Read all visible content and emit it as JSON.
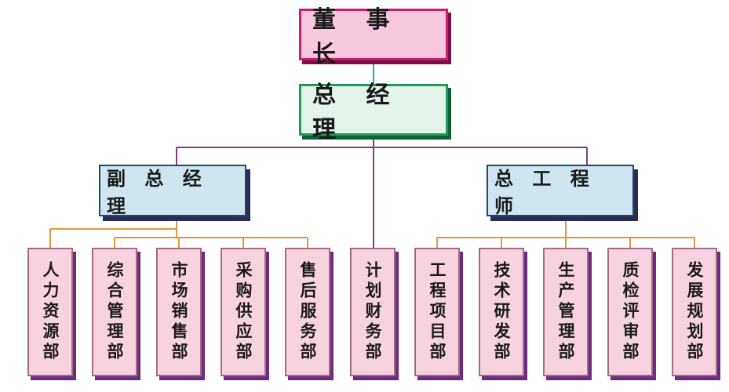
{
  "chart": {
    "top": "董 事 长",
    "gm": "总 经 理",
    "vice_gm": "副 总 经 理",
    "chief_engineer": "总 工 程 师",
    "departments": [
      "人力资源部",
      "综合管理部",
      "市场销售部",
      "采购供应部",
      "售后服务部",
      "计划财务部",
      "工程项目部",
      "技术研发部",
      "生产管理部",
      "质检评审部",
      "发展规划部"
    ]
  },
  "colors": {
    "chairman_fill": "#f7c8de",
    "chairman_border": "#c81e6c",
    "gm_fill": "#e4f4ea",
    "gm_border": "#1f9a57",
    "level2_fill": "#cfe6f1",
    "dept_fill": "#f7d3df",
    "line_purple": "#8a3a78",
    "line_orange": "#e0963c",
    "line_cyan": "#29a7c9"
  }
}
